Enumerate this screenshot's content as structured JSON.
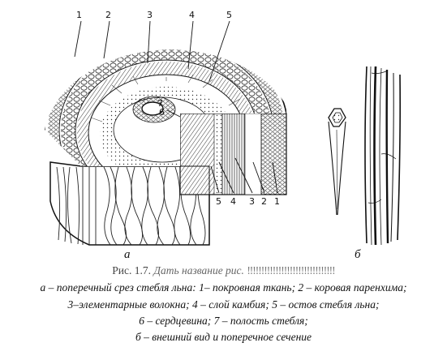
{
  "figure": {
    "labels_a_top": [
      "1",
      "2",
      "3",
      "4",
      "5"
    ],
    "labels_a_center": [
      "7",
      "6"
    ],
    "labels_a_side": [
      "5",
      "4",
      "3",
      "2",
      "1"
    ],
    "sublabel_a": "а",
    "sublabel_b": "б"
  },
  "caption": {
    "number": "Рис. 1.7.",
    "task": "Дать название рис.",
    "marks": "!!!!!!!!!!!!!!!!!!!!!!!!!!!!!!!",
    "line1": "а – поперечный срез стебля льна: 1– покровная ткань; 2 – коровая паренхима;",
    "line2": "3–элементарные волокна; 4 – слой камбия; 5 – остов стебля льна;",
    "line3": "6 – сердцевина;  7 – полость стебля;",
    "line4": "б – внешний вид и поперечное сечение"
  }
}
